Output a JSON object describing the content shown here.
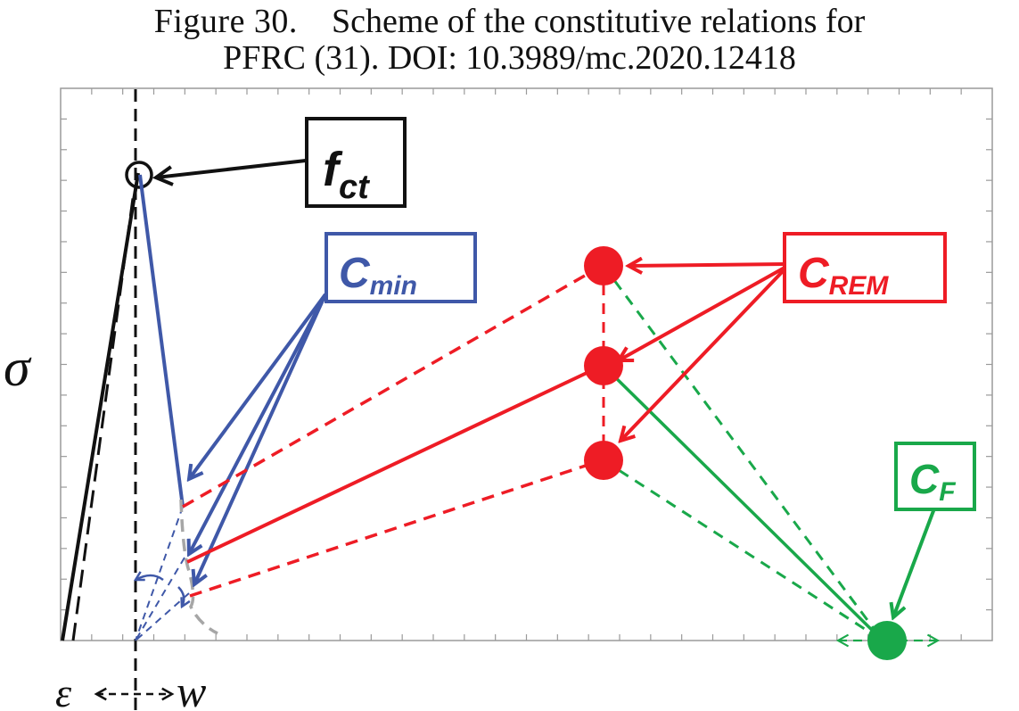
{
  "caption": {
    "line1_prefix": "Figure 30.",
    "line1_text": "Scheme of the constitutive relations for",
    "line2": "PFRC (31). DOI: 10.3989/mc.2020.12418"
  },
  "labels": {
    "fct_main": "f",
    "fct_sub": "ct",
    "cmin_main": "C",
    "cmin_sub": "min",
    "crem_main": "C",
    "crem_sub": "REM",
    "cf_main": "C",
    "cf_sub": "F",
    "sigma": "σ",
    "epsilon": "ε",
    "w": "w"
  },
  "colors": {
    "black": "#111111",
    "blue": "#3f58a8",
    "red": "#ee1c25",
    "green": "#19a84a",
    "gray": "#a6a6a6"
  }
}
